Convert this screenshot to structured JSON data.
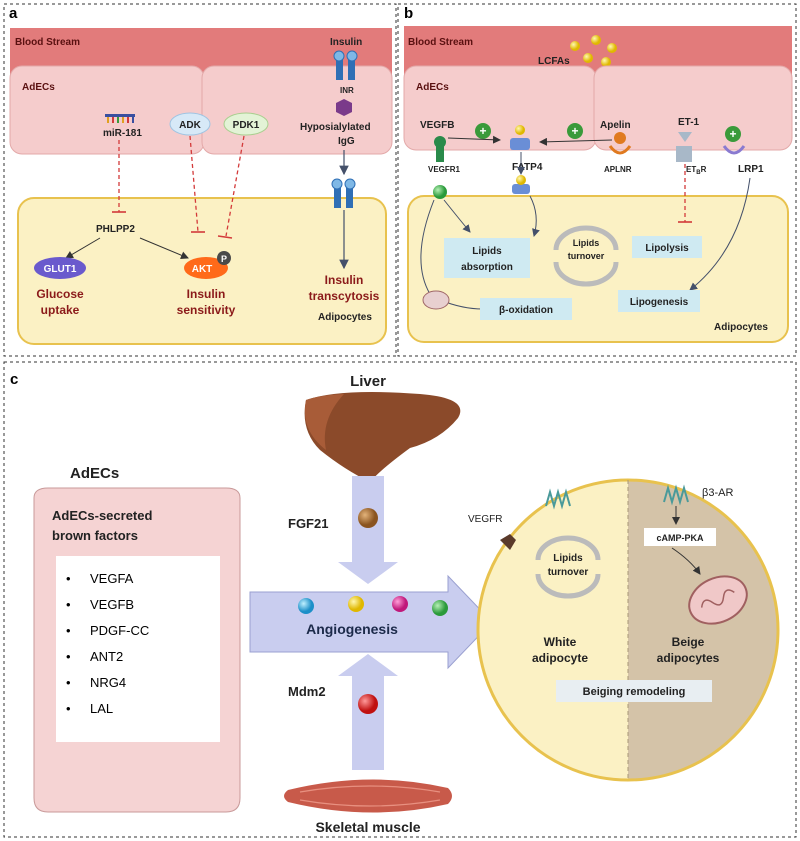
{
  "panel_a": {
    "letter": "a",
    "blood_stream": "Blood Stream",
    "insulin": "Insulin",
    "inr": "INR",
    "adecs": "AdECs",
    "mir181": "miR-181",
    "adk": "ADK",
    "pdk1": "PDK1",
    "hyposialylated": "Hyposialylated",
    "igg": "IgG",
    "phlpp2": "PHLPP2",
    "glut1": "GLUT1",
    "akt": "AKT",
    "p": "P",
    "glucose1": "Glucose",
    "glucose2": "uptake",
    "insulin_sens1": "Insulin",
    "insulin_sens2": "sensitivity",
    "transcytosis1": "Insulin",
    "transcytosis2": "transcytosis",
    "adipocytes": "Adipocytes"
  },
  "panel_b": {
    "letter": "b",
    "blood_stream": "Blood Stream",
    "lcfas": "LCFAs",
    "adecs": "AdECs",
    "vegfb": "VEGFB",
    "fatp4": "FATP4",
    "apelin": "Apelin",
    "et1": "ET-1",
    "vegfr1": "VEGFR1",
    "aplnr": "APLNR",
    "etbr": "ET",
    "etbr_sub": "B",
    "etbr_r": "R",
    "lrp1": "LRP1",
    "lipids_abs1": "Lipids",
    "lipids_abs2": "absorption",
    "turnover1": "Lipids",
    "turnover2": "turnover",
    "lipolysis": "Lipolysis",
    "beta_ox": "β-oxidation",
    "lipogenesis": "Lipogenesis",
    "adipocytes": "Adipocytes",
    "plus": "+"
  },
  "panel_c": {
    "letter": "c",
    "liver": "Liver",
    "adecs": "AdECs",
    "box_title1": "AdECs-secreted",
    "box_title2": "brown factors",
    "factors": [
      "VEGFA",
      "VEGFB",
      "PDGF-CC",
      "ANT2",
      "NRG4",
      "LAL"
    ],
    "bullet": "•",
    "fgf21": "FGF21",
    "angiogenesis": "Angiogenesis",
    "mdm2": "Mdm2",
    "skeletal": "Skeletal muscle",
    "vegfr": "VEGFR",
    "b3ar": "β3-AR",
    "camp": "cAMP-PKA",
    "turnover1": "Lipids",
    "turnover2": "turnover",
    "white1": "White",
    "white2": "adipocyte",
    "beige1": "Beige",
    "beige2": "adipocytes",
    "beiging": "Beiging remodeling"
  },
  "colors": {
    "blood": "#e27b7b",
    "cell": "#f5cccc",
    "adipocyte": "#fbf1c4",
    "adipocyte_border": "#e8c24e",
    "label_box": "#cfeaf2",
    "inhibit": "#d33a3a",
    "dark_red_text": "#8b1a1a",
    "arrow": "#c9cdef",
    "beige": "#d4c3a8"
  }
}
